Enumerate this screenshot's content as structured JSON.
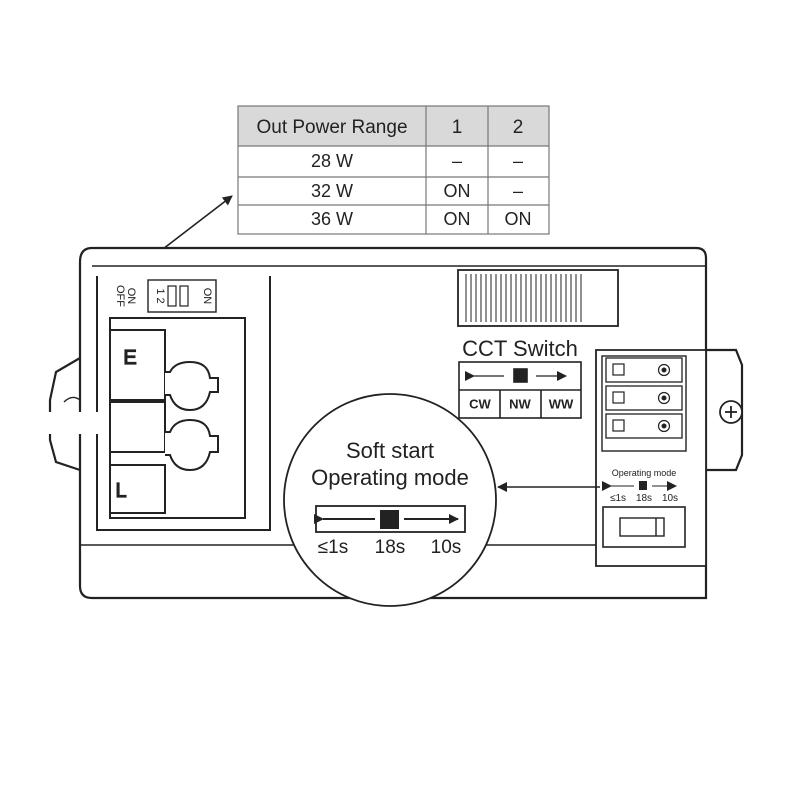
{
  "power_table": {
    "headers": [
      "Out Power Range",
      "1",
      "2"
    ],
    "rows": [
      [
        "28 W",
        "–",
        "–"
      ],
      [
        "32 W",
        "ON",
        "–"
      ],
      [
        "36 W",
        "ON",
        "ON"
      ]
    ]
  },
  "dip_switch": {
    "on_off_label_1": "ON",
    "on_off_label_2": "OFF",
    "numbers": "1 2",
    "on_label": "ON"
  },
  "terminals": {
    "label_top": "E",
    "label_bottom": "L"
  },
  "cct": {
    "title": "CCT Switch",
    "options": [
      "CW",
      "NW",
      "WW"
    ]
  },
  "operating_small": {
    "title": "Operating mode",
    "ticks": [
      "≤1s",
      "18s",
      "10s"
    ]
  },
  "soft_start": {
    "line1": "Soft start",
    "line2": "Operating mode",
    "ticks": [
      "≤1s",
      "18s",
      "10s"
    ]
  },
  "colors": {
    "stroke": "#222222",
    "table_header_bg": "#d9d9d9",
    "table_border": "#777777"
  }
}
